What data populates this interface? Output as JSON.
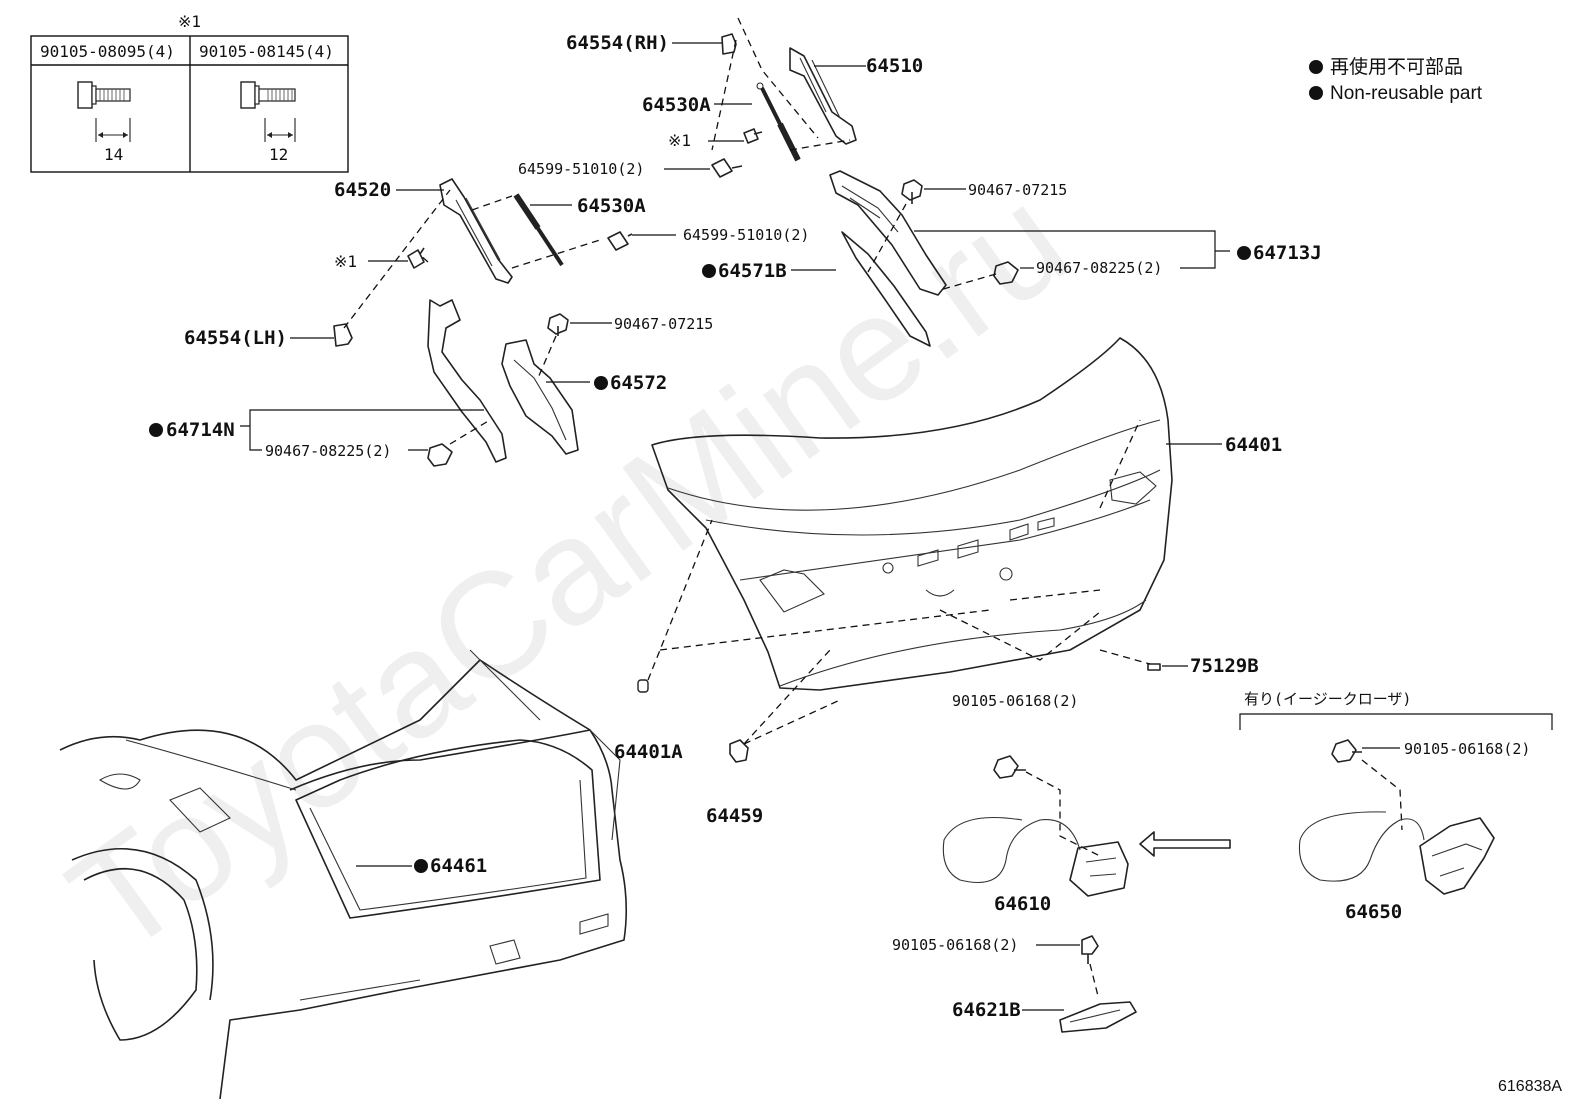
{
  "callouts": {
    "p64554rh": "64554(RH)",
    "p64510": "64510",
    "p64530a_top": "64530A",
    "note1_a": "※1",
    "p64599_top": "64599-51010(2)",
    "p64520": "64520",
    "p64530a_left": "64530A",
    "p64599_mid": "64599-51010(2)",
    "note1_b": "※1",
    "p64554lh": "64554(LH)",
    "p90467_07215_a": "90467-07215",
    "p90467_08225_right": "90467-08225(2)",
    "p64713j": "64713J",
    "p64571b": "64571B",
    "p90467_07215_b": "90467-07215",
    "p64572": "64572",
    "p64714n": "64714N",
    "p90467_08225_left": "90467-08225(2)",
    "p64401": "64401",
    "p75129b": "75129B",
    "p64401a": "64401A",
    "p64459": "64459",
    "p90105_06168_a": "90105-06168(2)",
    "p90105_06168_b": "90105-06168(2)",
    "p90105_06168_c": "90105-06168(2)",
    "p64610": "64610",
    "p64650": "64650",
    "p64621b": "64621B",
    "p64461": "64461",
    "easy_closer": "有り(イージークローザ)"
  },
  "bolt_table": {
    "note": "※1",
    "col1_part": "90105-08095(4)",
    "col1_length": "14",
    "col2_part": "90105-08145(4)",
    "col2_length": "12"
  },
  "legend": {
    "line_jp": "再使用不可部品",
    "line_en": "Non-reusable part"
  },
  "watermark": "ToyotaCarMine.ru",
  "figure_id": "616838A"
}
